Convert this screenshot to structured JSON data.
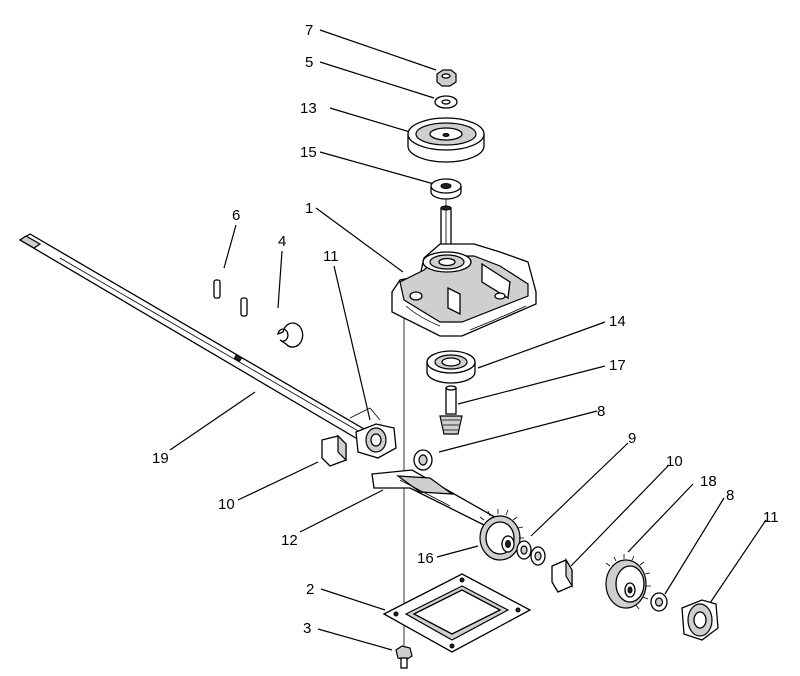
{
  "diagram": {
    "callouts": [
      {
        "id": "c7-top",
        "text": "7"
      },
      {
        "id": "c5",
        "text": "5"
      },
      {
        "id": "c13",
        "text": "13"
      },
      {
        "id": "c15",
        "text": "15"
      },
      {
        "id": "c6",
        "text": "6"
      },
      {
        "id": "c1",
        "text": "1"
      },
      {
        "id": "c4",
        "text": "4"
      },
      {
        "id": "c11-left",
        "text": "11"
      },
      {
        "id": "c14",
        "text": "14"
      },
      {
        "id": "c17",
        "text": "17"
      },
      {
        "id": "c8-mid",
        "text": "8"
      },
      {
        "id": "c19",
        "text": "19"
      },
      {
        "id": "c9",
        "text": "9"
      },
      {
        "id": "c10-right",
        "text": "10"
      },
      {
        "id": "c18",
        "text": "18"
      },
      {
        "id": "c8-right",
        "text": "8"
      },
      {
        "id": "c11-right",
        "text": "11"
      },
      {
        "id": "c10-left",
        "text": "10"
      },
      {
        "id": "c12",
        "text": "12"
      },
      {
        "id": "c16",
        "text": "16"
      },
      {
        "id": "c2",
        "text": "2"
      },
      {
        "id": "c3",
        "text": "3"
      }
    ]
  }
}
